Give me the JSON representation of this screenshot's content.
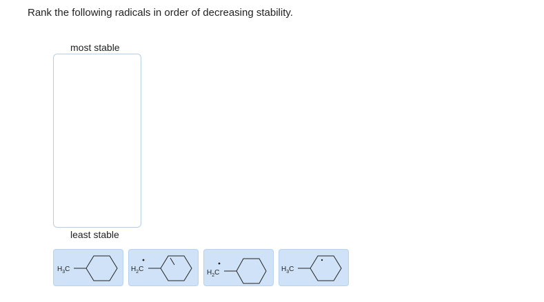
{
  "question": "Rank the following radicals in order of decreasing stability.",
  "ranking": {
    "top_label": "most stable",
    "bottom_label": "least stable"
  },
  "tiles": [
    {
      "group": "H",
      "sub": "3",
      "tail": "C",
      "radical_dot_on_ring": false,
      "dot_on_carbon": false,
      "ring_double_bond": false
    },
    {
      "group": "H",
      "sub": "2",
      "tail": "C",
      "radical_dot_on_ring": false,
      "dot_on_carbon": true,
      "ring_double_bond": true
    },
    {
      "group": "H",
      "sub": "2",
      "tail": "C",
      "radical_dot_on_ring": false,
      "dot_on_carbon": true,
      "ring_double_bond": false
    },
    {
      "group": "H",
      "sub": "3",
      "tail": "C",
      "radical_dot_on_ring": true,
      "dot_on_carbon": false,
      "ring_double_bond": false
    }
  ],
  "colors": {
    "tile_fill": "#cfe2f7",
    "tile_border": "#b7d2ee",
    "drop_zone_border": "#b8cfe3"
  }
}
